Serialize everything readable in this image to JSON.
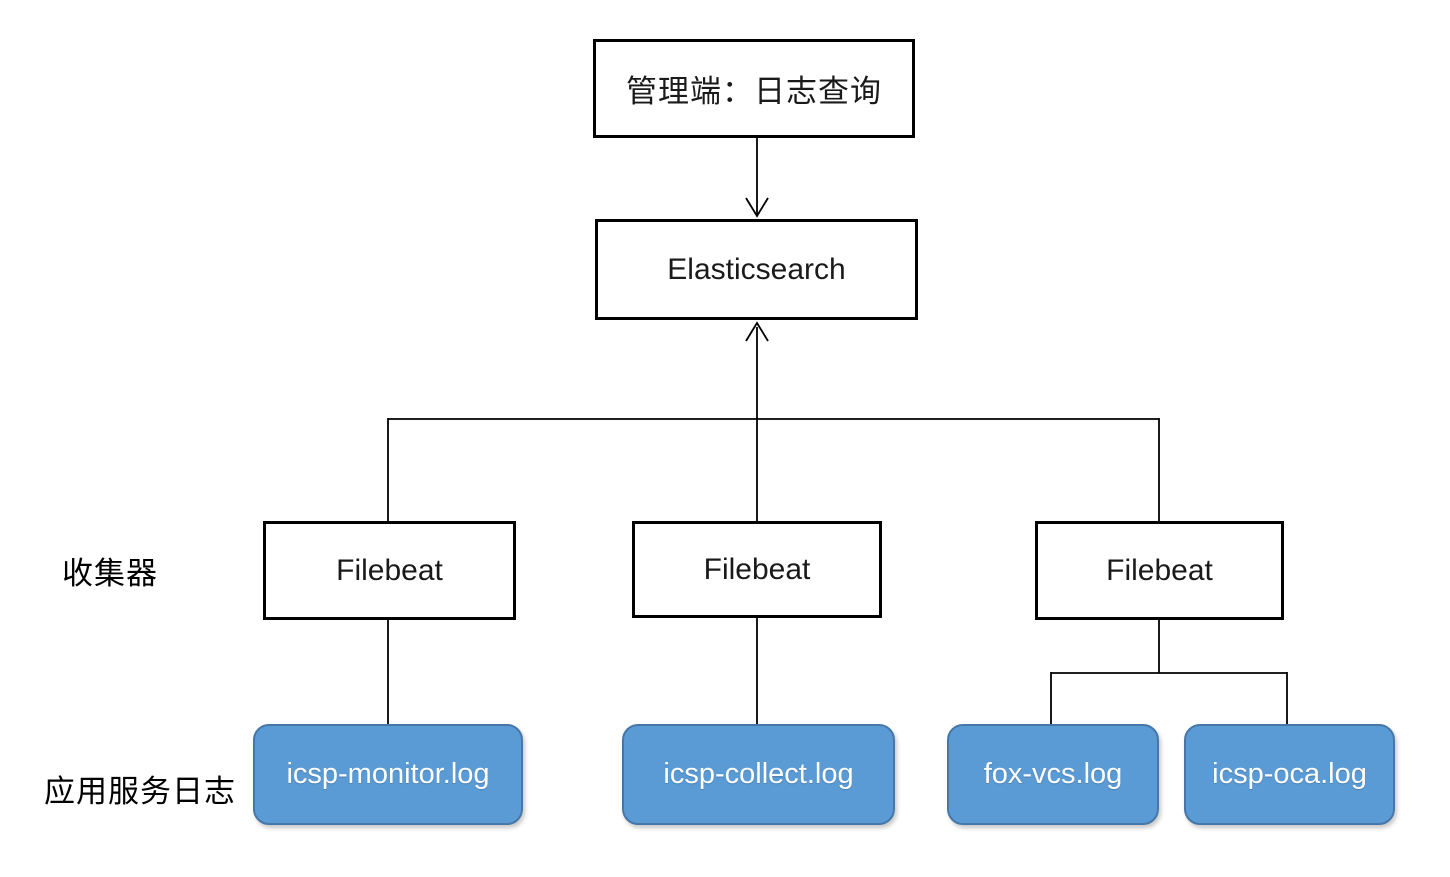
{
  "diagram": {
    "nodes": {
      "management": {
        "label": "管理端：日志查询"
      },
      "elasticsearch": {
        "label": "Elasticsearch"
      },
      "filebeat_left": {
        "label": "Filebeat"
      },
      "filebeat_middle": {
        "label": "Filebeat"
      },
      "filebeat_right": {
        "label": "Filebeat"
      },
      "log_monitor": {
        "label": "icsp-monitor.log"
      },
      "log_collect": {
        "label": "icsp-collect.log"
      },
      "log_foxvcs": {
        "label": "fox-vcs.log"
      },
      "log_oca": {
        "label": "icsp-oca.log"
      }
    },
    "row_labels": {
      "collectors": "收集器",
      "app_logs": "应用服务日志"
    },
    "colors": {
      "log_box_fill": "#5b9bd5",
      "log_box_border": "#4577a9",
      "log_box_text": "#ffffff",
      "plain_box_border": "#000000",
      "connector_line": "#000000",
      "background": "#ffffff"
    }
  }
}
